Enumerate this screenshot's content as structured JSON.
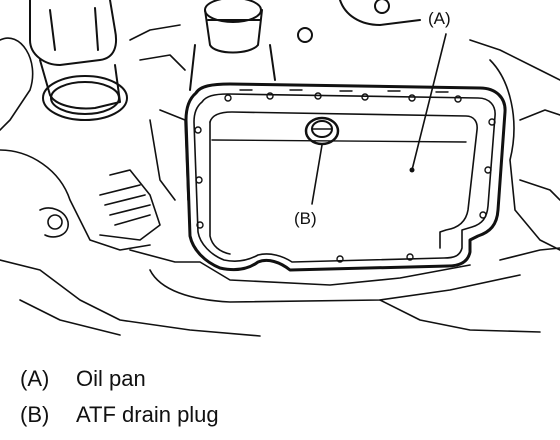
{
  "diagram": {
    "callouts": [
      {
        "id": "A",
        "text": "(A)"
      },
      {
        "id": "B",
        "text": "(B)"
      }
    ]
  },
  "legend": [
    {
      "key": "(A)",
      "label": "Oil pan"
    },
    {
      "key": "(B)",
      "label": "ATF drain plug"
    }
  ]
}
